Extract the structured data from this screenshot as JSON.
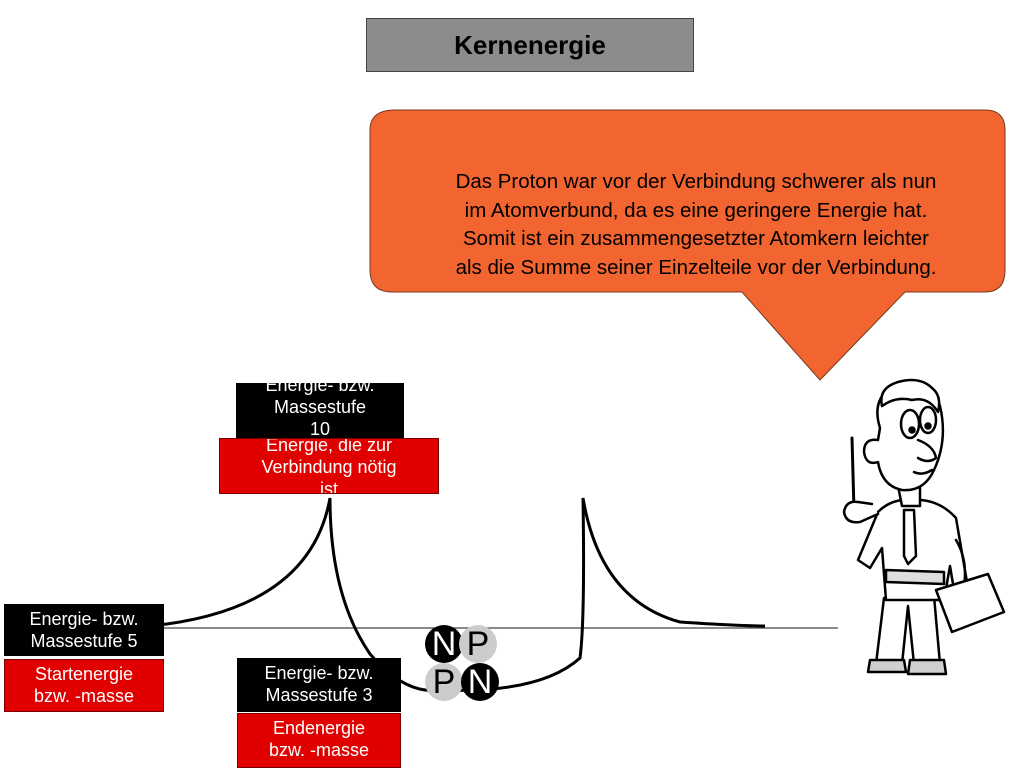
{
  "title": "Kernenergie",
  "speech_bubble": {
    "lines": [
      "Das Proton war vor der Verbindung schwerer als nun",
      "im Atomverbund, da es eine geringere Energie hat.",
      "Somit ist ein zusammengesetzter Atomkern leichter",
      "als die Summe seiner Einzelteile vor der Verbindung."
    ],
    "color": "#f26430"
  },
  "labels": {
    "level_10": [
      "Energie- bzw.",
      "Massestufe",
      "10"
    ],
    "connect_energy": [
      "Energie, die zur",
      "Verbindung nötig",
      "ist"
    ],
    "level_5": [
      "Energie- bzw.",
      "Massestufe 5"
    ],
    "start_energy": [
      "Startenergie",
      "bzw. -masse"
    ],
    "level_3": [
      "Energie- bzw.",
      "Massestufe 3"
    ],
    "end_energy": [
      "Endenergie",
      "bzw. -masse"
    ]
  },
  "nucleus": {
    "particles": [
      "N",
      "P",
      "P",
      "N"
    ]
  },
  "colors": {
    "title_bg": "#8c8c8c",
    "label_black": "#000000",
    "label_red": "#e00000",
    "neutron": "#000000",
    "proton": "#cccccc"
  }
}
